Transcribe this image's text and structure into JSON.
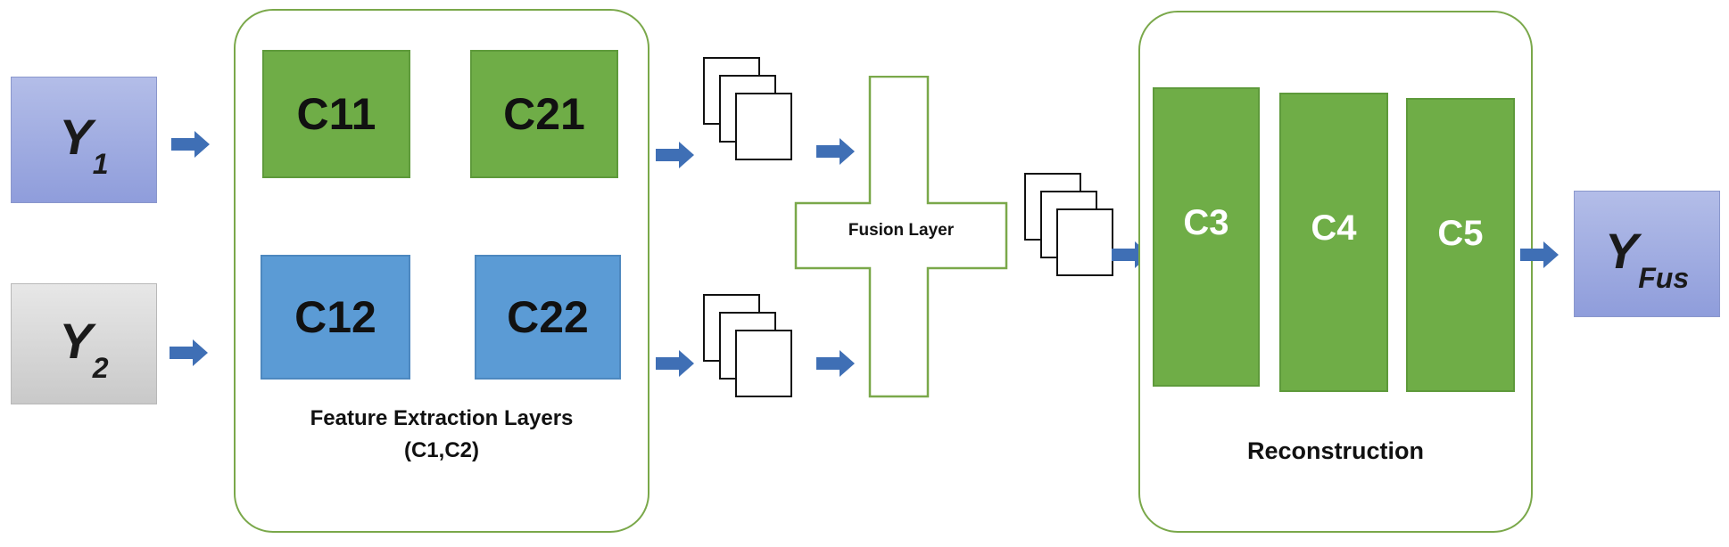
{
  "inputs": {
    "y1": {
      "base": "Y",
      "sub": "1"
    },
    "y2": {
      "base": "Y",
      "sub": "2"
    }
  },
  "feature_extraction": {
    "blocks": [
      "C11",
      "C21",
      "C12",
      "C22"
    ],
    "caption_line1": "Feature Extraction Layers",
    "caption_line2": "(C1,C2)"
  },
  "fusion": {
    "label": "Fusion Layer"
  },
  "reconstruction": {
    "blocks": [
      "C3",
      "C4",
      "C5"
    ],
    "caption": "Reconstruction"
  },
  "output": {
    "base": "Y",
    "sub": "Fus"
  },
  "colors": {
    "green": "#6fad47",
    "blue": "#5b9bd5",
    "input_blue": "#a6b2e3",
    "input_gray": "#d8d8d8",
    "arrow": "#3f6fb5",
    "group_border": "#7aa84a"
  }
}
